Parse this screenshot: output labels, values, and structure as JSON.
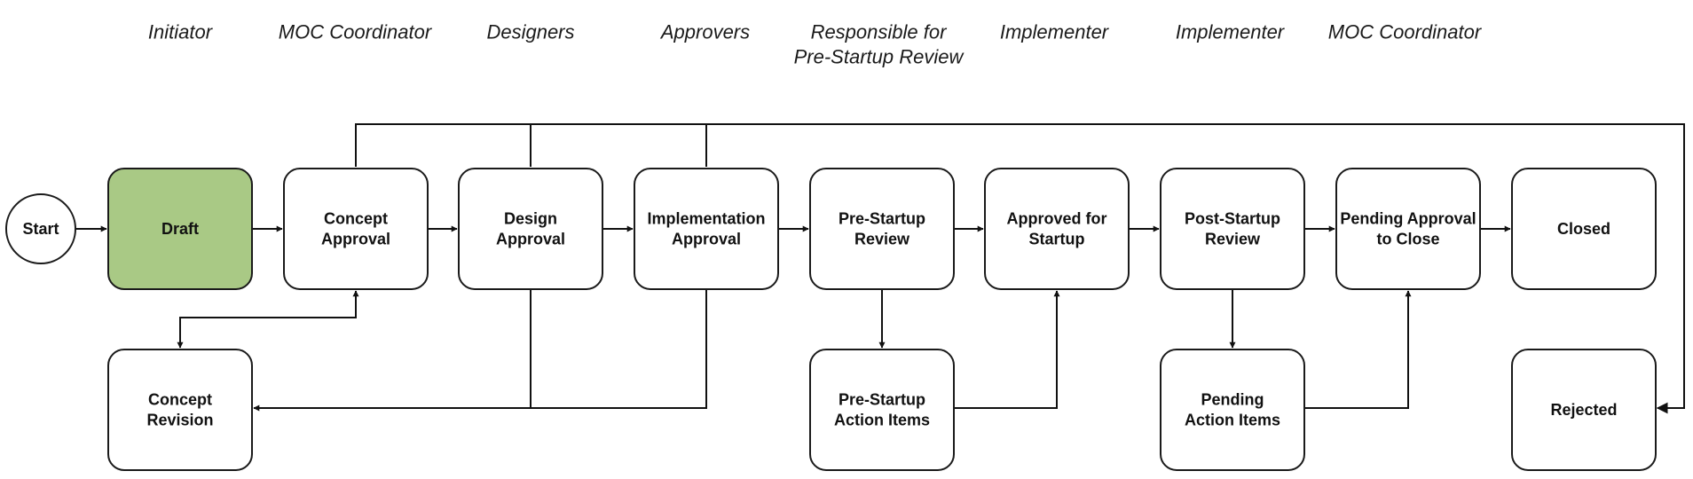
{
  "colors": {
    "stroke": "#111111",
    "box_fill": "#ffffff",
    "highlight_fill": "#a9c985"
  },
  "roles": [
    {
      "id": "initiator",
      "lines": [
        "Initiator"
      ]
    },
    {
      "id": "moc-coordinator-1",
      "lines": [
        "MOC Coordinator"
      ]
    },
    {
      "id": "designers",
      "lines": [
        "Designers"
      ]
    },
    {
      "id": "approvers",
      "lines": [
        "Approvers"
      ]
    },
    {
      "id": "pre-startup-review-responsible",
      "lines": [
        "Responsible for",
        "Pre-Startup Review"
      ]
    },
    {
      "id": "implementer-1",
      "lines": [
        "Implementer"
      ]
    },
    {
      "id": "implementer-2",
      "lines": [
        "Implementer"
      ]
    },
    {
      "id": "moc-coordinator-2",
      "lines": [
        "MOC Coordinator"
      ]
    }
  ],
  "nodes": [
    {
      "id": "start",
      "shape": "circle",
      "lines": [
        "Start"
      ]
    },
    {
      "id": "draft",
      "shape": "rounded-rect",
      "lines": [
        "Draft"
      ],
      "highlighted": true
    },
    {
      "id": "concept-approval",
      "shape": "rounded-rect",
      "lines": [
        "Concept",
        "Approval"
      ]
    },
    {
      "id": "design-approval",
      "shape": "rounded-rect",
      "lines": [
        "Design",
        "Approval"
      ]
    },
    {
      "id": "implementation-approval",
      "shape": "rounded-rect",
      "lines": [
        "Implementation",
        "Approval"
      ]
    },
    {
      "id": "pre-startup-review",
      "shape": "rounded-rect",
      "lines": [
        "Pre-Startup",
        "Review"
      ]
    },
    {
      "id": "approved-for-startup",
      "shape": "rounded-rect",
      "lines": [
        "Approved for",
        "Startup"
      ]
    },
    {
      "id": "post-startup-review",
      "shape": "rounded-rect",
      "lines": [
        "Post-Startup",
        "Review"
      ]
    },
    {
      "id": "pending-approval-to-close",
      "shape": "rounded-rect",
      "lines": [
        "Pending Approval",
        "to Close"
      ]
    },
    {
      "id": "closed",
      "shape": "rounded-rect",
      "lines": [
        "Closed"
      ]
    },
    {
      "id": "concept-revision",
      "shape": "rounded-rect",
      "lines": [
        "Concept",
        "Revision"
      ]
    },
    {
      "id": "pre-startup-action-items",
      "shape": "rounded-rect",
      "lines": [
        "Pre-Startup",
        "Action Items"
      ]
    },
    {
      "id": "pending-action-items",
      "shape": "rounded-rect",
      "lines": [
        "Pending",
        "Action Items"
      ]
    },
    {
      "id": "rejected",
      "shape": "rounded-rect",
      "lines": [
        "Rejected"
      ]
    }
  ],
  "edges": [
    {
      "id": "start-to-draft",
      "from": "start",
      "to": "draft"
    },
    {
      "id": "draft-to-concept-approval",
      "from": "draft",
      "to": "concept-approval"
    },
    {
      "id": "concept-approval-to-design-approval",
      "from": "concept-approval",
      "to": "design-approval"
    },
    {
      "id": "design-approval-to-implementation-approval",
      "from": "design-approval",
      "to": "implementation-approval"
    },
    {
      "id": "implementation-approval-to-pre-startup-review",
      "from": "implementation-approval",
      "to": "pre-startup-review"
    },
    {
      "id": "pre-startup-review-to-approved-for-startup",
      "from": "pre-startup-review",
      "to": "approved-for-startup"
    },
    {
      "id": "approved-for-startup-to-post-startup-review",
      "from": "approved-for-startup",
      "to": "post-startup-review"
    },
    {
      "id": "post-startup-review-to-pending-approval-to-close",
      "from": "post-startup-review",
      "to": "pending-approval-to-close"
    },
    {
      "id": "pending-approval-to-close-to-closed",
      "from": "pending-approval-to-close",
      "to": "closed"
    },
    {
      "id": "concept-approval-concept-revision",
      "from": "concept-approval",
      "to": "concept-revision",
      "bidirectional": true
    },
    {
      "id": "design-approval-to-concept-revision",
      "from": "design-approval",
      "to": "concept-revision"
    },
    {
      "id": "implementation-approval-to-concept-revision",
      "from": "implementation-approval",
      "to": "concept-revision"
    },
    {
      "id": "pre-startup-review-to-pre-startup-action-items",
      "from": "pre-startup-review",
      "to": "pre-startup-action-items"
    },
    {
      "id": "pre-startup-action-items-to-approved-for-startup",
      "from": "pre-startup-action-items",
      "to": "approved-for-startup"
    },
    {
      "id": "post-startup-review-to-pending-action-items",
      "from": "post-startup-review",
      "to": "pending-action-items"
    },
    {
      "id": "pending-action-items-to-pending-approval-to-close",
      "from": "pending-action-items",
      "to": "pending-approval-to-close"
    },
    {
      "id": "approvals-to-rejected",
      "from": "concept-approval",
      "to": "rejected",
      "also_from": [
        "design-approval",
        "implementation-approval"
      ]
    }
  ]
}
